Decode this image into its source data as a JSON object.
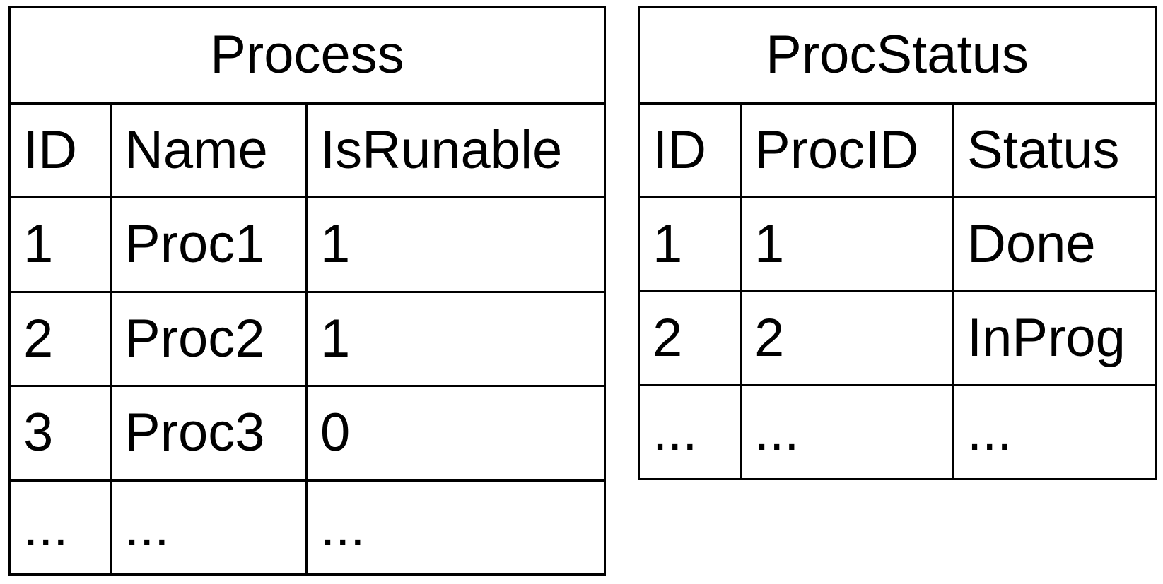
{
  "page": {
    "background_color": "#ffffff",
    "border_color": "#000000",
    "text_color": "#000000"
  },
  "tables": [
    {
      "title": "Process",
      "columns": [
        "ID",
        "Name",
        "IsRunable"
      ],
      "rows": [
        [
          "1",
          "Proc1",
          "1"
        ],
        [
          "2",
          "Proc2",
          "1"
        ],
        [
          "3",
          "Proc3",
          "0"
        ],
        [
          "...",
          "...",
          "..."
        ]
      ]
    },
    {
      "title": "ProcStatus",
      "columns": [
        "ID",
        "ProcID",
        "Status"
      ],
      "rows": [
        [
          "1",
          "1",
          "Done"
        ],
        [
          "2",
          "2",
          "InProg"
        ],
        [
          "...",
          "...",
          "..."
        ]
      ]
    }
  ]
}
